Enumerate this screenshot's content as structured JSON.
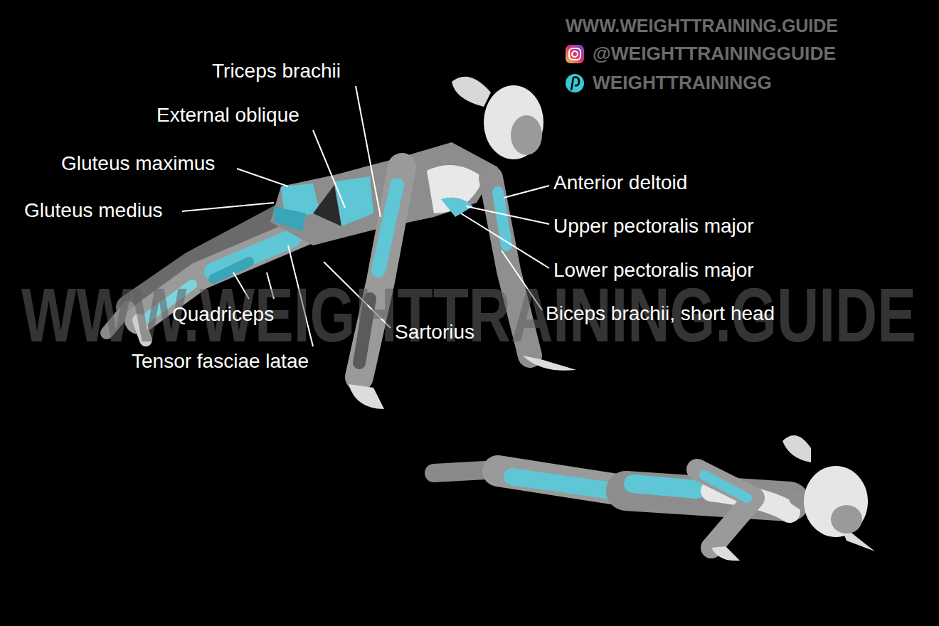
{
  "diagram": {
    "labels": [
      "WWW.WEIGHTTRAINING.GUIDE",
      "@WEIGHTTRAININGGUIDE",
      "WEIGHTTRAININGG",
      "Triceps brachii",
      "External oblique",
      "Gluteus maximus",
      "Gluteus medius",
      "Anterior deltoid",
      "Upper pectoralis major",
      "Lower pectoralis major",
      "Biceps brachii, short head",
      "Quadriceps",
      "Sartorius",
      "Tensor fasciae latae",
      "WWW.WEIGHTTRAINING.GUIDE"
    ]
  }
}
